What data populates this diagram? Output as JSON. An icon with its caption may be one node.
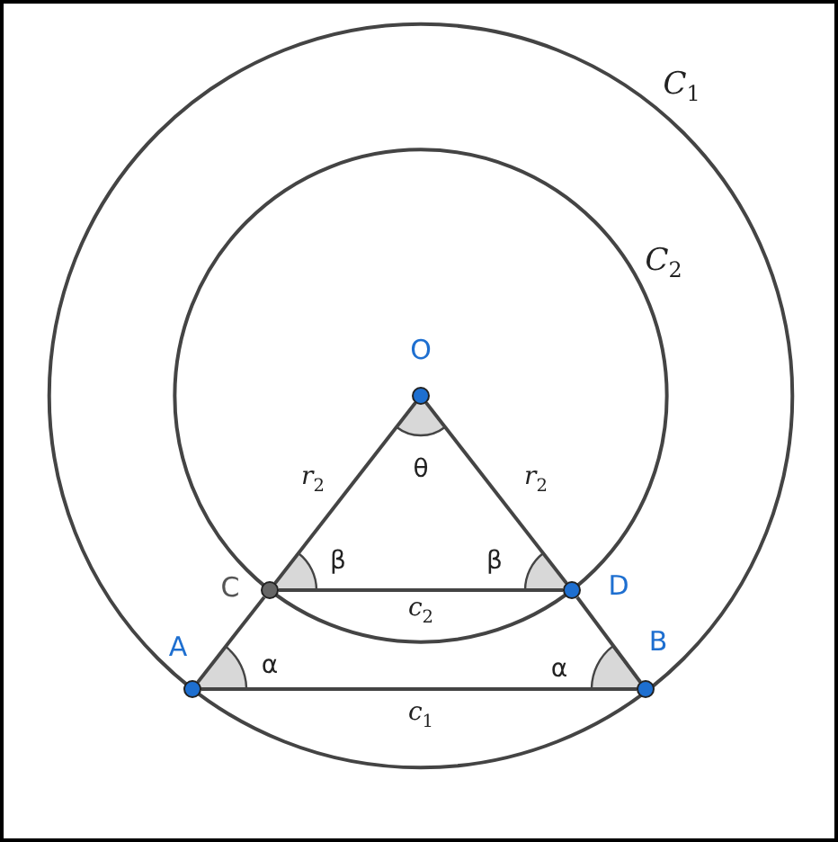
{
  "diagram": {
    "nodes": [
      {
        "text": [],
        "shape": "circle",
        "beside": [
          "O"
        ]
      },
      {
        "text": [],
        "shape": "circle",
        "beside": [
          "C"
        ]
      },
      {
        "text": [],
        "shape": "circle",
        "beside": [
          "D"
        ]
      },
      {
        "text": [],
        "shape": "circle",
        "beside": [
          "A"
        ]
      },
      {
        "text": [],
        "shape": "circle",
        "beside": [
          "B"
        ]
      }
    ],
    "edges": [
      {
        "from": 0,
        "to": 1,
        "arrow": "none"
      },
      {
        "from": 0,
        "to": 2,
        "arrow": "none"
      },
      {
        "from": 1,
        "to": 2,
        "arrow": "none"
      },
      {
        "from": 1,
        "to": 3,
        "arrow": "none"
      },
      {
        "from": 2,
        "to": 4,
        "arrow": "none"
      },
      {
        "from": 3,
        "to": 4,
        "arrow": "none"
      }
    ],
    "labels": [
      "C$_{1}$",
      "C$_{2}$",
      "r$_{2}$",
      "r$_{2}$",
      "θ",
      "β",
      "β",
      "α",
      "α",
      "c$_{2}$",
      "c$_{1}$"
    ]
  }
}
